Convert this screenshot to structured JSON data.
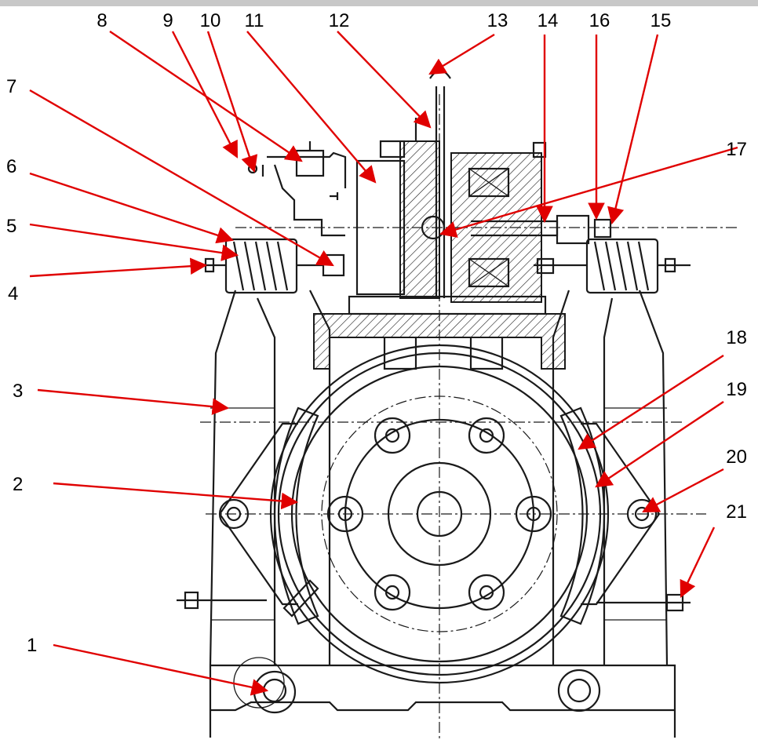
{
  "diagram": {
    "background": "#ffffff",
    "line_color": "#1a1a1a",
    "arrow_color": "#e00000",
    "labels": [
      {
        "id": "1",
        "text": "1"
      },
      {
        "id": "2",
        "text": "2"
      },
      {
        "id": "3",
        "text": "3"
      },
      {
        "id": "4",
        "text": "4"
      },
      {
        "id": "5",
        "text": "5"
      },
      {
        "id": "6",
        "text": "6"
      },
      {
        "id": "7",
        "text": "7"
      },
      {
        "id": "8",
        "text": "8"
      },
      {
        "id": "9",
        "text": "9"
      },
      {
        "id": "10",
        "text": "10"
      },
      {
        "id": "11",
        "text": "11"
      },
      {
        "id": "12",
        "text": "12"
      },
      {
        "id": "13",
        "text": "13"
      },
      {
        "id": "14",
        "text": "14"
      },
      {
        "id": "15",
        "text": "15"
      },
      {
        "id": "16",
        "text": "16"
      },
      {
        "id": "17",
        "text": "17"
      },
      {
        "id": "18",
        "text": "18"
      },
      {
        "id": "19",
        "text": "19"
      },
      {
        "id": "20",
        "text": "20"
      },
      {
        "id": "21",
        "text": "21"
      }
    ]
  }
}
